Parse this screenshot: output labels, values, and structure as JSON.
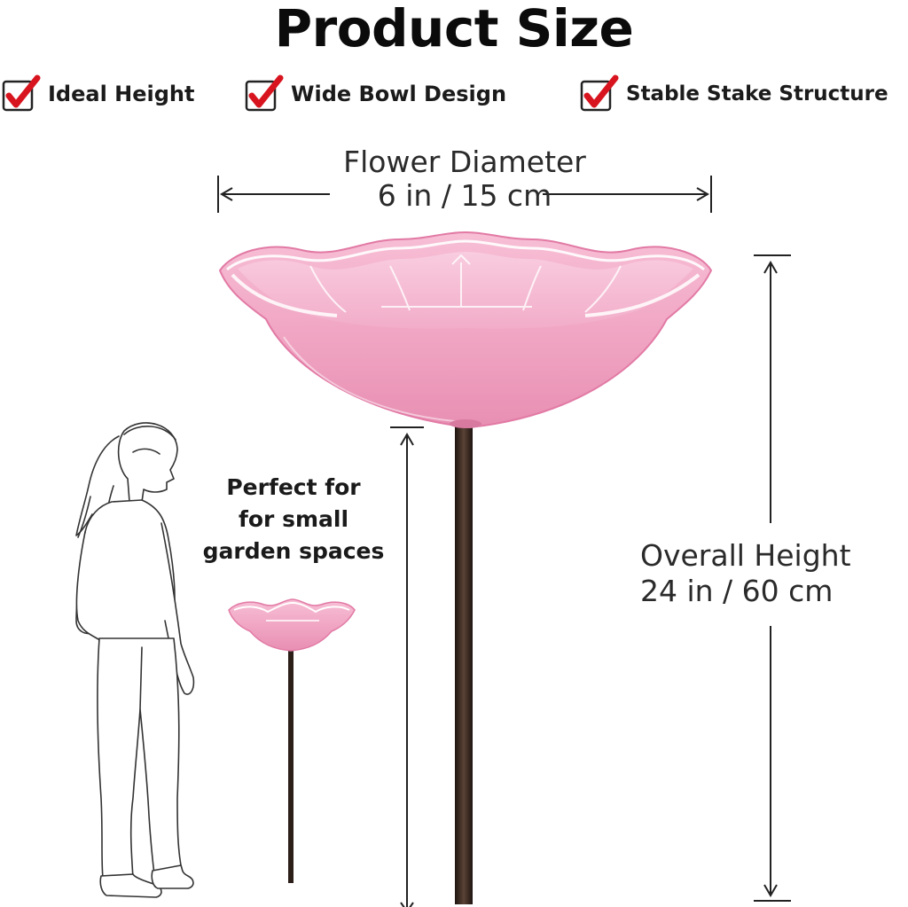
{
  "title": "Product Size",
  "features": [
    {
      "label": "Ideal Height",
      "icon": "checkbox-checked-icon"
    },
    {
      "label": "Wide Bowl Design",
      "icon": "checkbox-checked-icon"
    },
    {
      "label": "Stable Stake Structure",
      "icon": "checkbox-checked-icon"
    }
  ],
  "dimensions": {
    "diameter_label": "Flower Diameter",
    "diameter_value": "6 in / 15 cm",
    "height_label": "Overall Height",
    "height_value": "24 in / 60 cm"
  },
  "callout": {
    "line1": "Perfect for",
    "line2": "for small",
    "line3": "garden spaces"
  },
  "colors": {
    "bowl_pink": "#f2a7c5",
    "check_red": "#d8141f",
    "stake": "#3a2a22"
  }
}
